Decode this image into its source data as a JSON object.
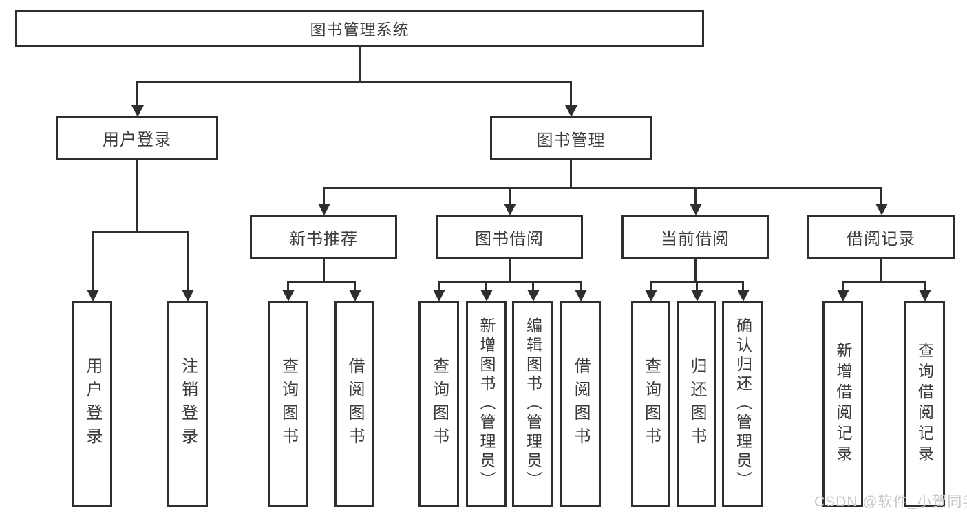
{
  "diagram": {
    "root": {
      "label": "图书管理系统"
    },
    "level2": [
      {
        "label": "用户登录"
      },
      {
        "label": "图书管理"
      }
    ],
    "level3": [
      {
        "label": "新书推荐"
      },
      {
        "label": "图书借阅"
      },
      {
        "label": "当前借阅"
      },
      {
        "label": "借阅记录"
      }
    ],
    "leaves": {
      "user_login": [
        {
          "label": "用户登录"
        },
        {
          "label": "注销登录"
        }
      ],
      "new_books": [
        {
          "label": "查询图书"
        },
        {
          "label": "借阅图书"
        }
      ],
      "book_borrow": [
        {
          "label": "查询图书"
        },
        {
          "label": "新增图书（管理员）"
        },
        {
          "label": "编辑图书（管理员）"
        },
        {
          "label": "借阅图书"
        }
      ],
      "current_borrow": [
        {
          "label": "查询图书"
        },
        {
          "label": "归还图书"
        },
        {
          "label": "确认归还（管理员）"
        }
      ],
      "borrow_records": [
        {
          "label": "新增借阅记录"
        },
        {
          "label": "查询借阅记录"
        }
      ]
    },
    "watermark": "CSDN @软件_小贺同学"
  },
  "colors": {
    "line": "#2e2e2e",
    "text": "#3c3c3c",
    "watermark": "#c8c8c8",
    "background": "#ffffff"
  }
}
